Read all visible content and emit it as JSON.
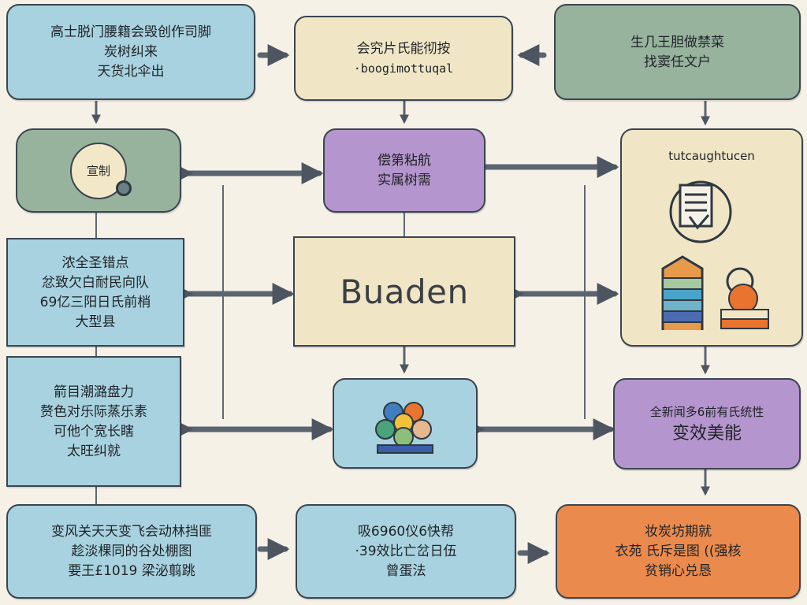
{
  "diagram": {
    "nodes": {
      "top_left": {
        "lines": [
          "高士脱门腰籍会毁创作司脚",
          "炭树纠来",
          "天货北伞出"
        ]
      },
      "top_center": {
        "lines": [
          "会究片氏能彻按",
          "·boogimottuqal"
        ]
      },
      "top_right": {
        "lines": [
          "生几王胆做禁菜",
          "找窦任文户"
        ]
      },
      "mid_left": {
        "lines": [
          "宣制"
        ]
      },
      "mid_center": {
        "lines": [
          "偿第粘航",
          "实属树需"
        ]
      },
      "right_tall": {
        "lines": [
          "tutcaughtucen"
        ]
      },
      "left_b": {
        "lines": [
          "浓全圣错点",
          "忿致欠白耐民向队",
          "69亿三阳日氏前梢",
          "大型县"
        ]
      },
      "center_main": {
        "lines": [
          "Buaden"
        ]
      },
      "left_c": {
        "lines": [
          "箭目潮潞盘力",
          "赘色对乐际蒸乐素",
          "可他个宽长瞎",
          "太旺纠就"
        ]
      },
      "center_c": {
        "lines": []
      },
      "right_c": {
        "lines": [
          "全新闻多6前有氏统性",
          "变效美能"
        ]
      },
      "bot_left": {
        "lines": [
          "变风关天天变飞会动林挡匪",
          "趁淡棵同的谷处棚图",
          "要王£1019 梁泌翦跳"
        ]
      },
      "bot_center": {
        "lines": [
          "吸6960仪6快帮",
          "·39效比亡岔日伍",
          "曾蛋法"
        ]
      },
      "bot_right": {
        "lines": [
          "妆炭坊期就",
          "衣苑 氏斥是图 ((强核",
          "贫销心兑恳"
        ]
      }
    }
  }
}
